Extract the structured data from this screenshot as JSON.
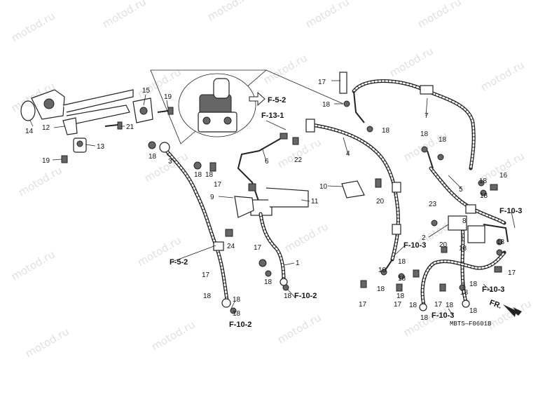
{
  "watermark": "motod.ru",
  "diagram_code": "MBTS—F0601B",
  "front_arrow_label": "FR.",
  "part_numbers": {
    "p1": "1",
    "p2": "2",
    "p3": "3",
    "p4": "4",
    "p5": "5",
    "p6": "6",
    "p7": "7",
    "p8": "8",
    "p9": "9",
    "p10": "10",
    "p11": "11",
    "p12": "12",
    "p13": "13",
    "p14": "14",
    "p15": "15",
    "p16": "16",
    "p17": "17",
    "p18": "18",
    "p19": "19",
    "p20": "20",
    "p21": "21",
    "p22": "22",
    "p23": "23",
    "p24": "24"
  },
  "cross_refs": {
    "f52": "F-5-2",
    "f131": "F-13-1",
    "f102": "F-10-2",
    "f103": "F-10-3"
  }
}
